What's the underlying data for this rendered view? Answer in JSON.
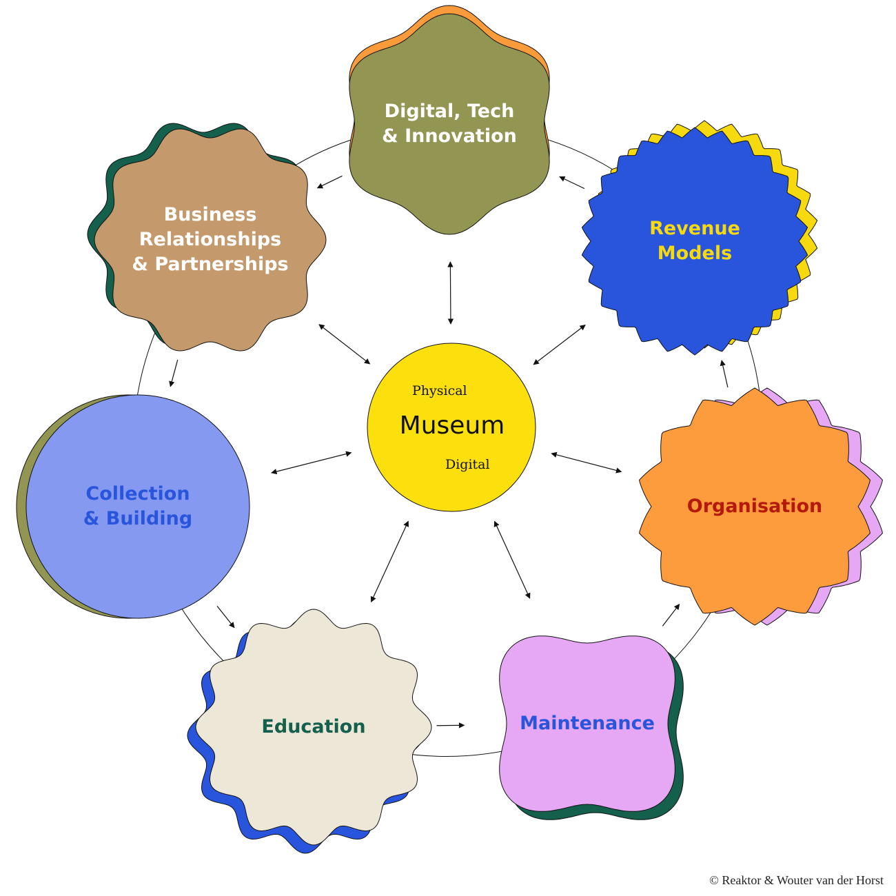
{
  "center": {
    "title": "Museum",
    "top_label": "Physical",
    "bottom_label": "Digital",
    "color": "#fce00e"
  },
  "nodes": [
    {
      "id": "digital",
      "label_lines": [
        "Digital, Tech",
        "& Innovation"
      ],
      "fill": "#939552",
      "shadow": "#f99b3b",
      "text_color": "#ffffff"
    },
    {
      "id": "revenue",
      "label_lines": [
        "Revenue",
        "Models"
      ],
      "fill": "#2855dc",
      "shadow": "#f7d90f",
      "text_color": "#f7d90f"
    },
    {
      "id": "organisation",
      "label_lines": [
        "Organisation"
      ],
      "fill": "#fd9c3c",
      "shadow": "#e6a7f4",
      "text_color": "#b5180c"
    },
    {
      "id": "maintenance",
      "label_lines": [
        "Maintenance"
      ],
      "fill": "#e6a7f4",
      "shadow": "#155f4d",
      "text_color": "#2855dc"
    },
    {
      "id": "education",
      "label_lines": [
        "Education"
      ],
      "fill": "#ede7d8",
      "shadow": "#2855dc",
      "text_color": "#155f4d"
    },
    {
      "id": "collection",
      "label_lines": [
        "Collection",
        "& Building"
      ],
      "fill": "#8499ef",
      "shadow": "#939552",
      "text_color": "#2855dc"
    },
    {
      "id": "business",
      "label_lines": [
        "Business",
        "Relationships",
        "& Partnerships"
      ],
      "fill": "#c49a6c",
      "shadow": "#155f4d",
      "text_color": "#ffffff"
    }
  ],
  "credit": "© Reaktor & Wouter van der Horst"
}
